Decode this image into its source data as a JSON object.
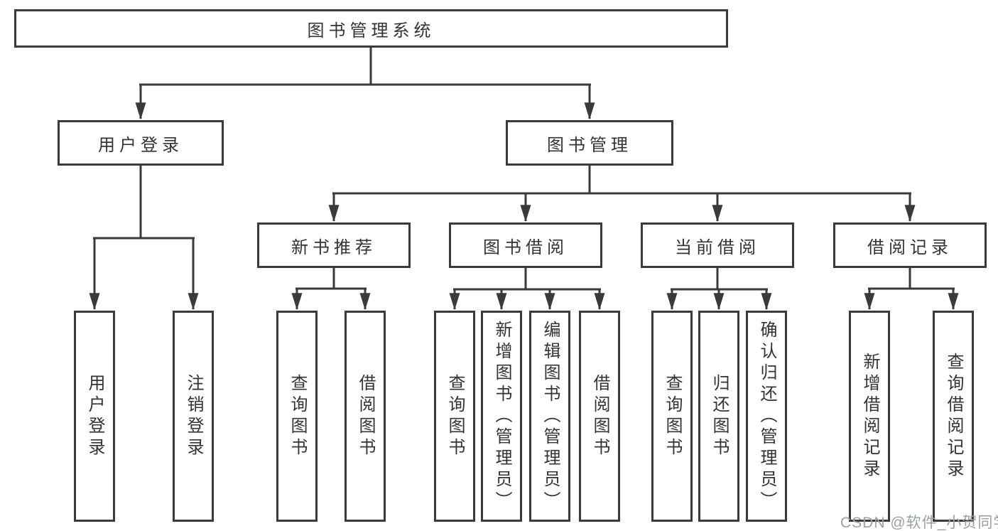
{
  "tree": {
    "label": "图书管理系统",
    "children": [
      {
        "label": "用户登录",
        "children": [
          {
            "label": "用户登录"
          },
          {
            "label": "注销登录"
          }
        ]
      },
      {
        "label": "图书管理",
        "children": [
          {
            "label": "新书推荐",
            "children": [
              {
                "label": "查询图书"
              },
              {
                "label": "借阅图书"
              }
            ]
          },
          {
            "label": "图书借阅",
            "children": [
              {
                "label": "查询图书"
              },
              {
                "label": "新增图书（管理员）"
              },
              {
                "label": "编辑图书（管理员）"
              },
              {
                "label": "借阅图书"
              }
            ]
          },
          {
            "label": "当前借阅",
            "children": [
              {
                "label": "查询图书"
              },
              {
                "label": "归还图书"
              },
              {
                "label": "确认归还（管理员）"
              }
            ]
          },
          {
            "label": "借阅记录",
            "children": [
              {
                "label": "新增借阅记录"
              },
              {
                "label": "查询借阅记录"
              }
            ]
          }
        ]
      }
    ]
  },
  "watermark": {
    "text": "CSDN @软件_小贺同学"
  },
  "colors": {
    "line": "#3a3a3a",
    "box_border": "#3a3a3a",
    "text": "#333333",
    "watermark": "#9aa0a8",
    "background": "#ffffff"
  }
}
